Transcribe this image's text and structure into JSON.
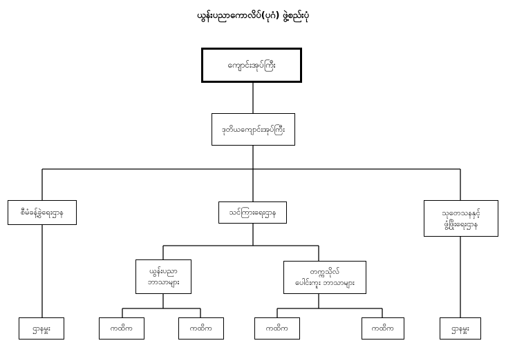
{
  "title": "ယွန်းပညာကောလိပ်(ပုဂံ) ဖွဲ့စည်းပုံ",
  "nodes": {
    "principal": "ကျောင်းအုပ်ကြီး",
    "vice_principal": "ဒုတိယကျောင်းအုပ်ကြီး",
    "admin_dept": "စီမံခန့်ခွဲရေးဌာန",
    "teaching_dept": "သင်ကြားရေးဌာန",
    "research_dept": {
      "line1": "သုတေသနနှင့်",
      "line2": "ဖွံ့ဖြိုးရေးဌာန"
    },
    "lacquer_subjects": {
      "line1": "ယွန်းပညာ",
      "line2": "ဘာသာများ"
    },
    "other_subjects": {
      "line1": "တက္ကသိုလ်",
      "line2": "ပေါင်းကူး ဘာသာများ"
    },
    "admin_head": "ဌာနမှူး",
    "research_head": "ဌာနမှူး",
    "lecturer": "ကထိက"
  }
}
